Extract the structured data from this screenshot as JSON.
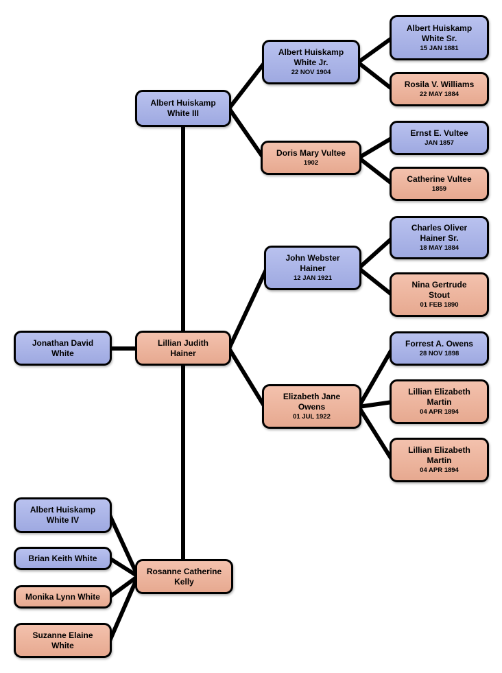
{
  "colors": {
    "male": "#a5b0ea",
    "female": "#f0b096",
    "line": "#000000",
    "border": "#000000",
    "background": "#ffffff"
  },
  "nodes": [
    {
      "id": "albert-huiskamp-white-sr",
      "sex": "male",
      "name": "Albert Huiskamp\nWhite Sr.",
      "date": "15 JAN 1881"
    },
    {
      "id": "rosila-v-williams",
      "sex": "female",
      "name": "Rosila V. Williams",
      "date": "22 MAY 1884"
    },
    {
      "id": "albert-huiskamp-white-jr",
      "sex": "male",
      "name": "Albert Huiskamp\nWhite Jr.",
      "date": "22 NOV 1904"
    },
    {
      "id": "ernst-e-vultee",
      "sex": "male",
      "name": "Ernst E. Vultee",
      "date": "JAN 1857"
    },
    {
      "id": "catherine-vultee",
      "sex": "female",
      "name": "Catherine Vultee",
      "date": "1859"
    },
    {
      "id": "doris-mary-vultee",
      "sex": "female",
      "name": "Doris Mary Vultee",
      "date": "1902"
    },
    {
      "id": "albert-huiskamp-white-iii",
      "sex": "male",
      "name": "Albert Huiskamp\nWhite III"
    },
    {
      "id": "charles-oliver-hainer-sr",
      "sex": "male",
      "name": "Charles Oliver\nHainer Sr.",
      "date": "18 MAY 1884"
    },
    {
      "id": "nina-gertrude-stout",
      "sex": "female",
      "name": "Nina Gertrude\nStout",
      "date": "01 FEB 1890"
    },
    {
      "id": "john-webster-hainer",
      "sex": "male",
      "name": "John Webster\nHainer",
      "date": "12 JAN 1921"
    },
    {
      "id": "forrest-a-owens",
      "sex": "male",
      "name": "Forrest A. Owens",
      "date": "28 NOV 1898"
    },
    {
      "id": "lillian-elizabeth-martin-1",
      "sex": "female",
      "name": "Lillian Elizabeth\nMartin",
      "date": "04 APR 1894"
    },
    {
      "id": "lillian-elizabeth-martin-2",
      "sex": "female",
      "name": "Lillian Elizabeth\nMartin",
      "date": "04 APR 1894"
    },
    {
      "id": "elizabeth-jane-owens",
      "sex": "female",
      "name": "Elizabeth Jane\nOwens",
      "date": "01 JUL 1922"
    },
    {
      "id": "lillian-judith-hainer",
      "sex": "female",
      "name": "Lillian Judith\nHainer"
    },
    {
      "id": "jonathan-david-white",
      "sex": "male",
      "name": "Jonathan David\nWhite"
    },
    {
      "id": "albert-huiskamp-white-iv",
      "sex": "male",
      "name": "Albert Huiskamp\nWhite IV"
    },
    {
      "id": "brian-keith-white",
      "sex": "male",
      "name": "Brian Keith White"
    },
    {
      "id": "monika-lynn-white",
      "sex": "female",
      "name": "Monika Lynn White"
    },
    {
      "id": "suzanne-elaine-white",
      "sex": "female",
      "name": "Suzanne Elaine\nWhite"
    },
    {
      "id": "rosanne-catherine-kelly",
      "sex": "female",
      "name": "Rosanne Catherine\nKelly"
    }
  ],
  "edges": [
    {
      "from": "albert-huiskamp-white-jr",
      "to": "albert-huiskamp-white-sr"
    },
    {
      "from": "albert-huiskamp-white-jr",
      "to": "rosila-v-williams"
    },
    {
      "from": "albert-huiskamp-white-iii",
      "to": "albert-huiskamp-white-jr"
    },
    {
      "from": "albert-huiskamp-white-iii",
      "to": "doris-mary-vultee"
    },
    {
      "from": "doris-mary-vultee",
      "to": "ernst-e-vultee"
    },
    {
      "from": "doris-mary-vultee",
      "to": "catherine-vultee"
    },
    {
      "from": "john-webster-hainer",
      "to": "charles-oliver-hainer-sr"
    },
    {
      "from": "john-webster-hainer",
      "to": "nina-gertrude-stout"
    },
    {
      "from": "lillian-judith-hainer",
      "to": "john-webster-hainer"
    },
    {
      "from": "lillian-judith-hainer",
      "to": "elizabeth-jane-owens"
    },
    {
      "from": "elizabeth-jane-owens",
      "to": "forrest-a-owens"
    },
    {
      "from": "elizabeth-jane-owens",
      "to": "lillian-elizabeth-martin-1"
    },
    {
      "from": "elizabeth-jane-owens",
      "to": "lillian-elizabeth-martin-2"
    },
    {
      "from": "jonathan-david-white",
      "to": "lillian-judith-hainer"
    },
    {
      "from": "albert-huiskamp-white-iii",
      "to": "lillian-judith-hainer"
    },
    {
      "from": "lillian-judith-hainer",
      "to": "rosanne-catherine-kelly"
    },
    {
      "from": "rosanne-catherine-kelly",
      "to": "albert-huiskamp-white-iv"
    },
    {
      "from": "rosanne-catherine-kelly",
      "to": "brian-keith-white"
    },
    {
      "from": "rosanne-catherine-kelly",
      "to": "monika-lynn-white"
    },
    {
      "from": "rosanne-catherine-kelly",
      "to": "suzanne-elaine-white"
    }
  ]
}
